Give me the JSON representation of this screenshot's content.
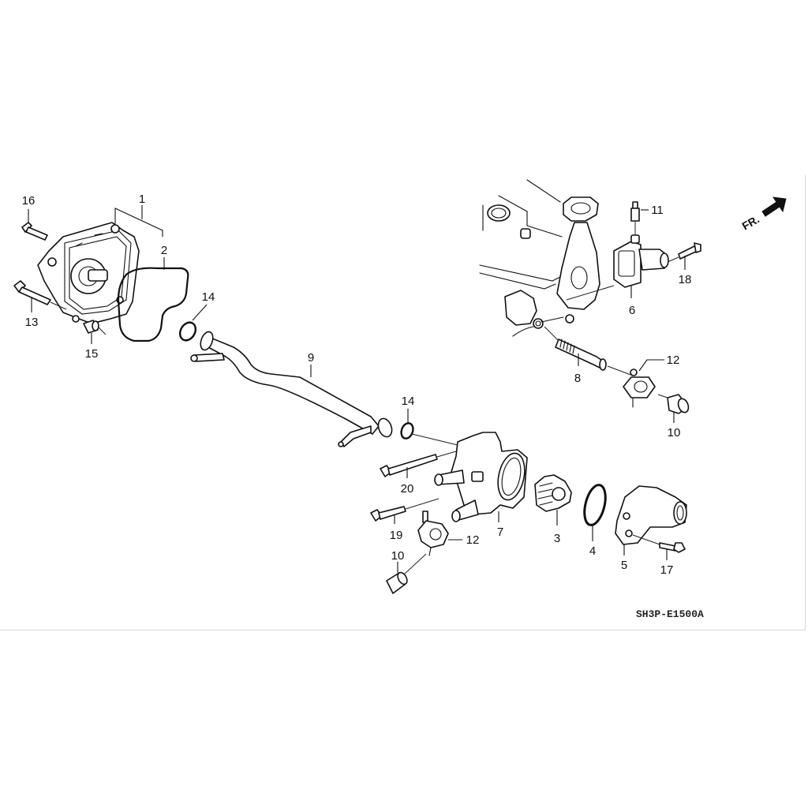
{
  "diagram": {
    "title": "Water pump / thermostat exploded parts diagram",
    "code": "SH3P-E1500A",
    "direction_label": "FR.",
    "callouts": {
      "c1": "1",
      "c2": "2",
      "c3": "3",
      "c4": "4",
      "c5": "5",
      "c6": "6",
      "c7": "7",
      "c8": "8",
      "c9": "9",
      "c10a": "10",
      "c10b": "10",
      "c11": "11",
      "c12a": "12",
      "c12b": "12",
      "c13": "13",
      "c14a": "14",
      "c14b": "14",
      "c15": "15",
      "c16": "16",
      "c17": "17",
      "c18": "18",
      "c19": "19",
      "c20": "20"
    }
  }
}
